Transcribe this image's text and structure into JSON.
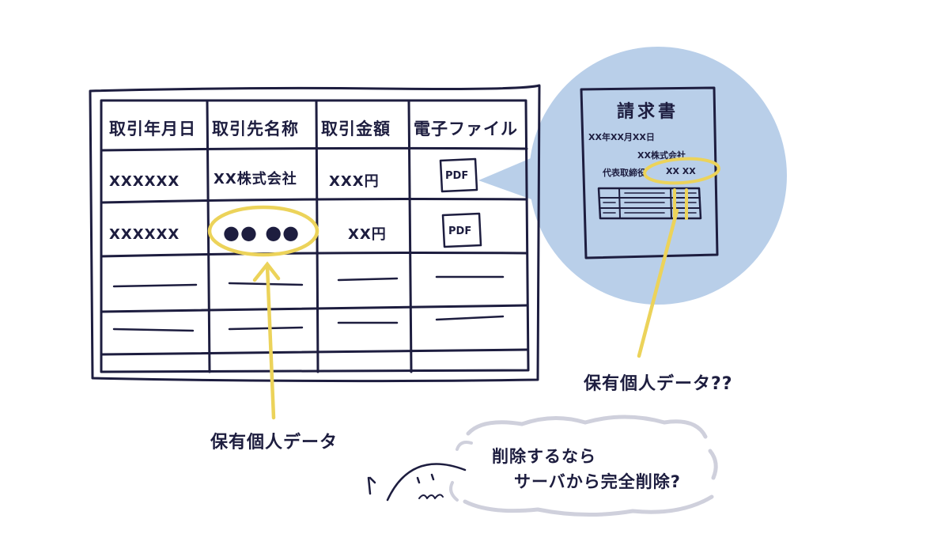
{
  "table": {
    "headers": [
      "取引年月日",
      "取引先名称",
      "取引金額",
      "電子ファイル"
    ],
    "rows": [
      [
        "XXXXXX",
        "XX株式会社",
        "XXX円",
        "PDF"
      ],
      [
        "XXXXXX",
        "●● ●●",
        "XX円",
        "PDF"
      ]
    ]
  },
  "invoice": {
    "title": "請求書",
    "date": "XX年XX月XX日",
    "company": "XX株式会社",
    "representative_label": "代表取締役",
    "representative_name": "XX XX"
  },
  "captions": {
    "table_personal_data": "保有個人データ",
    "invoice_personal_data": "保有個人データ??",
    "thought_line1": "削除するなら",
    "thought_line2": "サーバから完全削除?"
  },
  "colors": {
    "ink": "#1d1d3f",
    "highlight": "#ecd35a",
    "bubble": "#b9cfe9",
    "cloud": "#cfd0dc"
  }
}
